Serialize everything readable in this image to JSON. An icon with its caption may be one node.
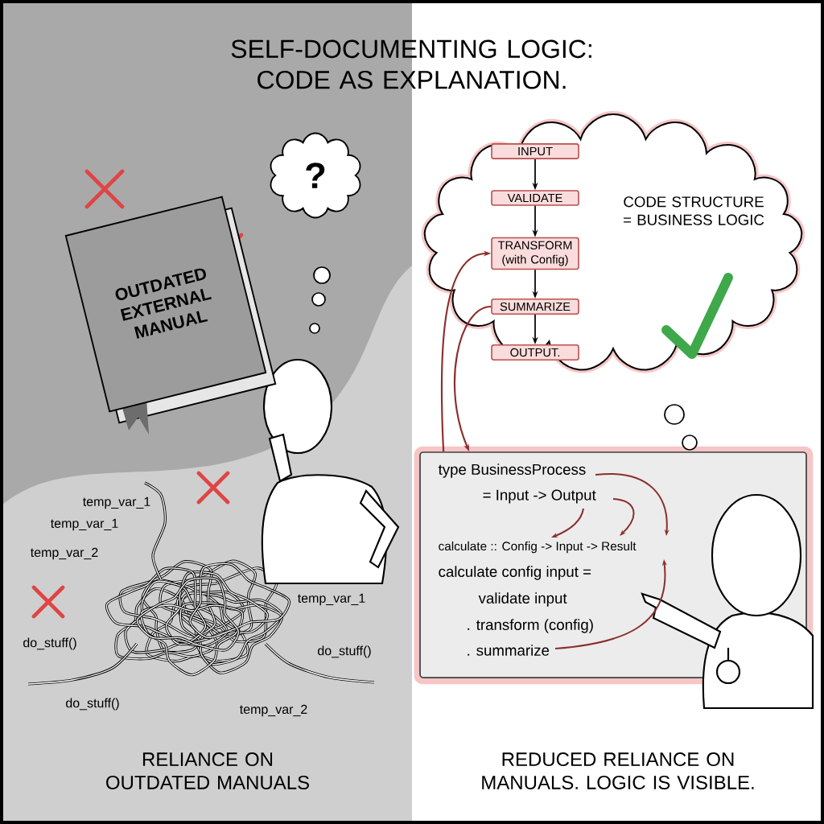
{
  "diagram": {
    "title": "SELF-DOCUMENTING LOGIC: CODE AS EXPLANATION.",
    "nodes": [
      {
        "text": [
          "?"
        ]
      },
      {
        "text": [
          "OUTDATED EXTERNAL MANUAL"
        ]
      },
      {
        "text": [
          "CODE STRUCTURE = BUSINESS LOGIC"
        ]
      },
      {
        "text": [
          "INPUT"
        ],
        "in": 2
      },
      {
        "text": [
          "VALIDATE"
        ],
        "in": 2
      },
      {
        "text": [
          "TRANSFORM (with Config)"
        ],
        "in": 2
      },
      {
        "text": [
          "SUMMARIZE"
        ],
        "in": 2
      },
      {
        "text": [
          "OUTPUT."
        ],
        "in": 2
      },
      {
        "text": [
          "type BusinessProcess",
          "= Input -> Output",
          "calculate :: Config -> Input -> Result",
          "calculate config input =",
          "validate input",
          ". transform (config)",
          ". summarize"
        ]
      }
    ],
    "edges": [
      {
        "from": 3,
        "to": 4,
        "arrow": "to"
      },
      {
        "from": 4,
        "to": 5,
        "arrow": "to"
      },
      {
        "from": 5,
        "to": 6,
        "arrow": "to"
      },
      {
        "from": 6,
        "to": 7,
        "arrow": "to"
      },
      {
        "from": 6,
        "to": 8,
        "arrow": "to",
        "color": "#8b2e2e"
      },
      {
        "from": 8,
        "to": 5,
        "arrow": "to",
        "color": "#8b2e2e"
      }
    ],
    "labels": [
      "temp_var_1",
      "temp_var_1",
      "temp_var_2",
      "temp_var_1",
      "do_stuff()",
      "do_stuff()",
      "do_stuff()",
      "temp_var_2",
      "RELIANCE ON OUTDATED MANUALS",
      "REDUCED RELIANCE ON MANUALS. LOGIC IS VISIBLE."
    ]
  }
}
